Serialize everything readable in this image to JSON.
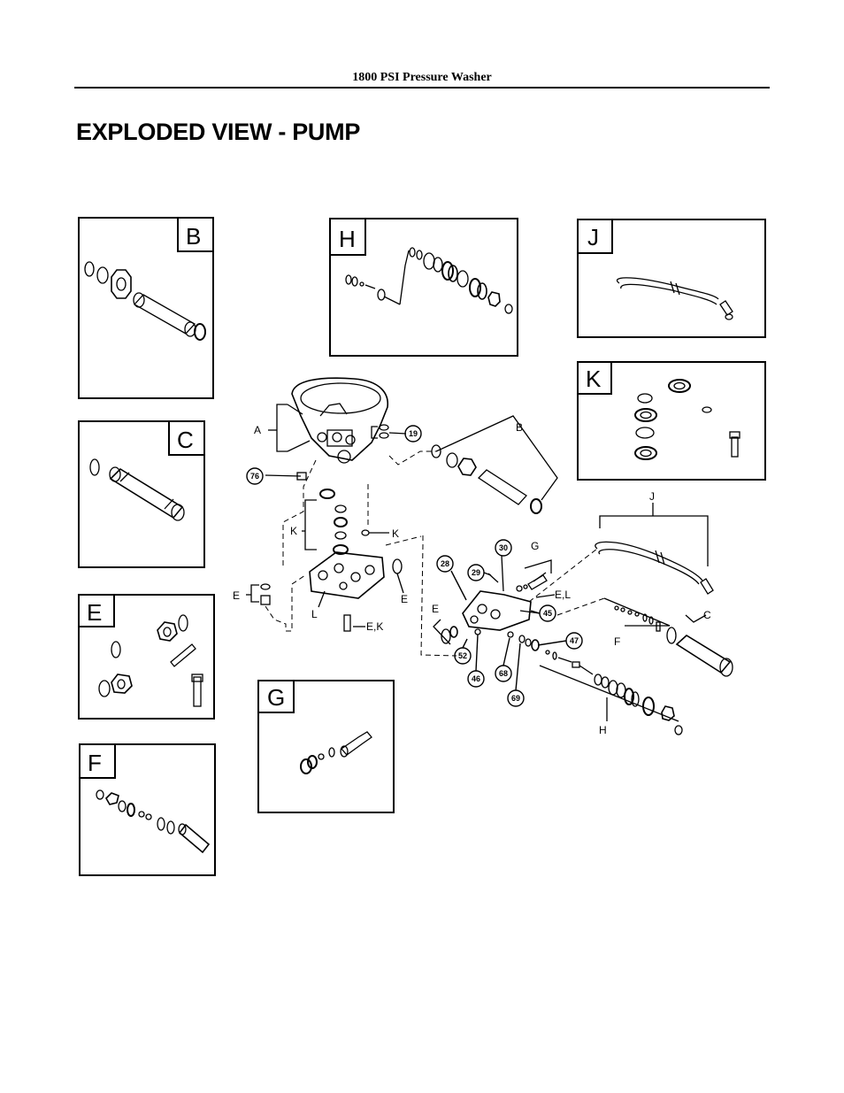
{
  "header": {
    "running_title": "1800 PSI Pressure Washer"
  },
  "page": {
    "title": "EXPLODED VIEW - PUMP"
  },
  "detail_boxes": {
    "b": "B",
    "c": "C",
    "e": "E",
    "f": "F",
    "g": "G",
    "h": "H",
    "j": "J",
    "k": "K"
  },
  "callouts": {
    "a": "A",
    "b": "B",
    "c": "C",
    "e1": "E",
    "e2": "E",
    "e3": "E",
    "ek": "E,K",
    "el": "E,L",
    "f": "F",
    "g": "G",
    "h": "H",
    "j": "J",
    "k1": "K",
    "k2": "K",
    "l": "L"
  },
  "part_numbers": {
    "p19": "19",
    "p28": "28",
    "p29": "29",
    "p30": "30",
    "p45": "45",
    "p46": "46",
    "p47": "47",
    "p52": "52",
    "p68": "68",
    "p69": "69",
    "p76": "76"
  }
}
